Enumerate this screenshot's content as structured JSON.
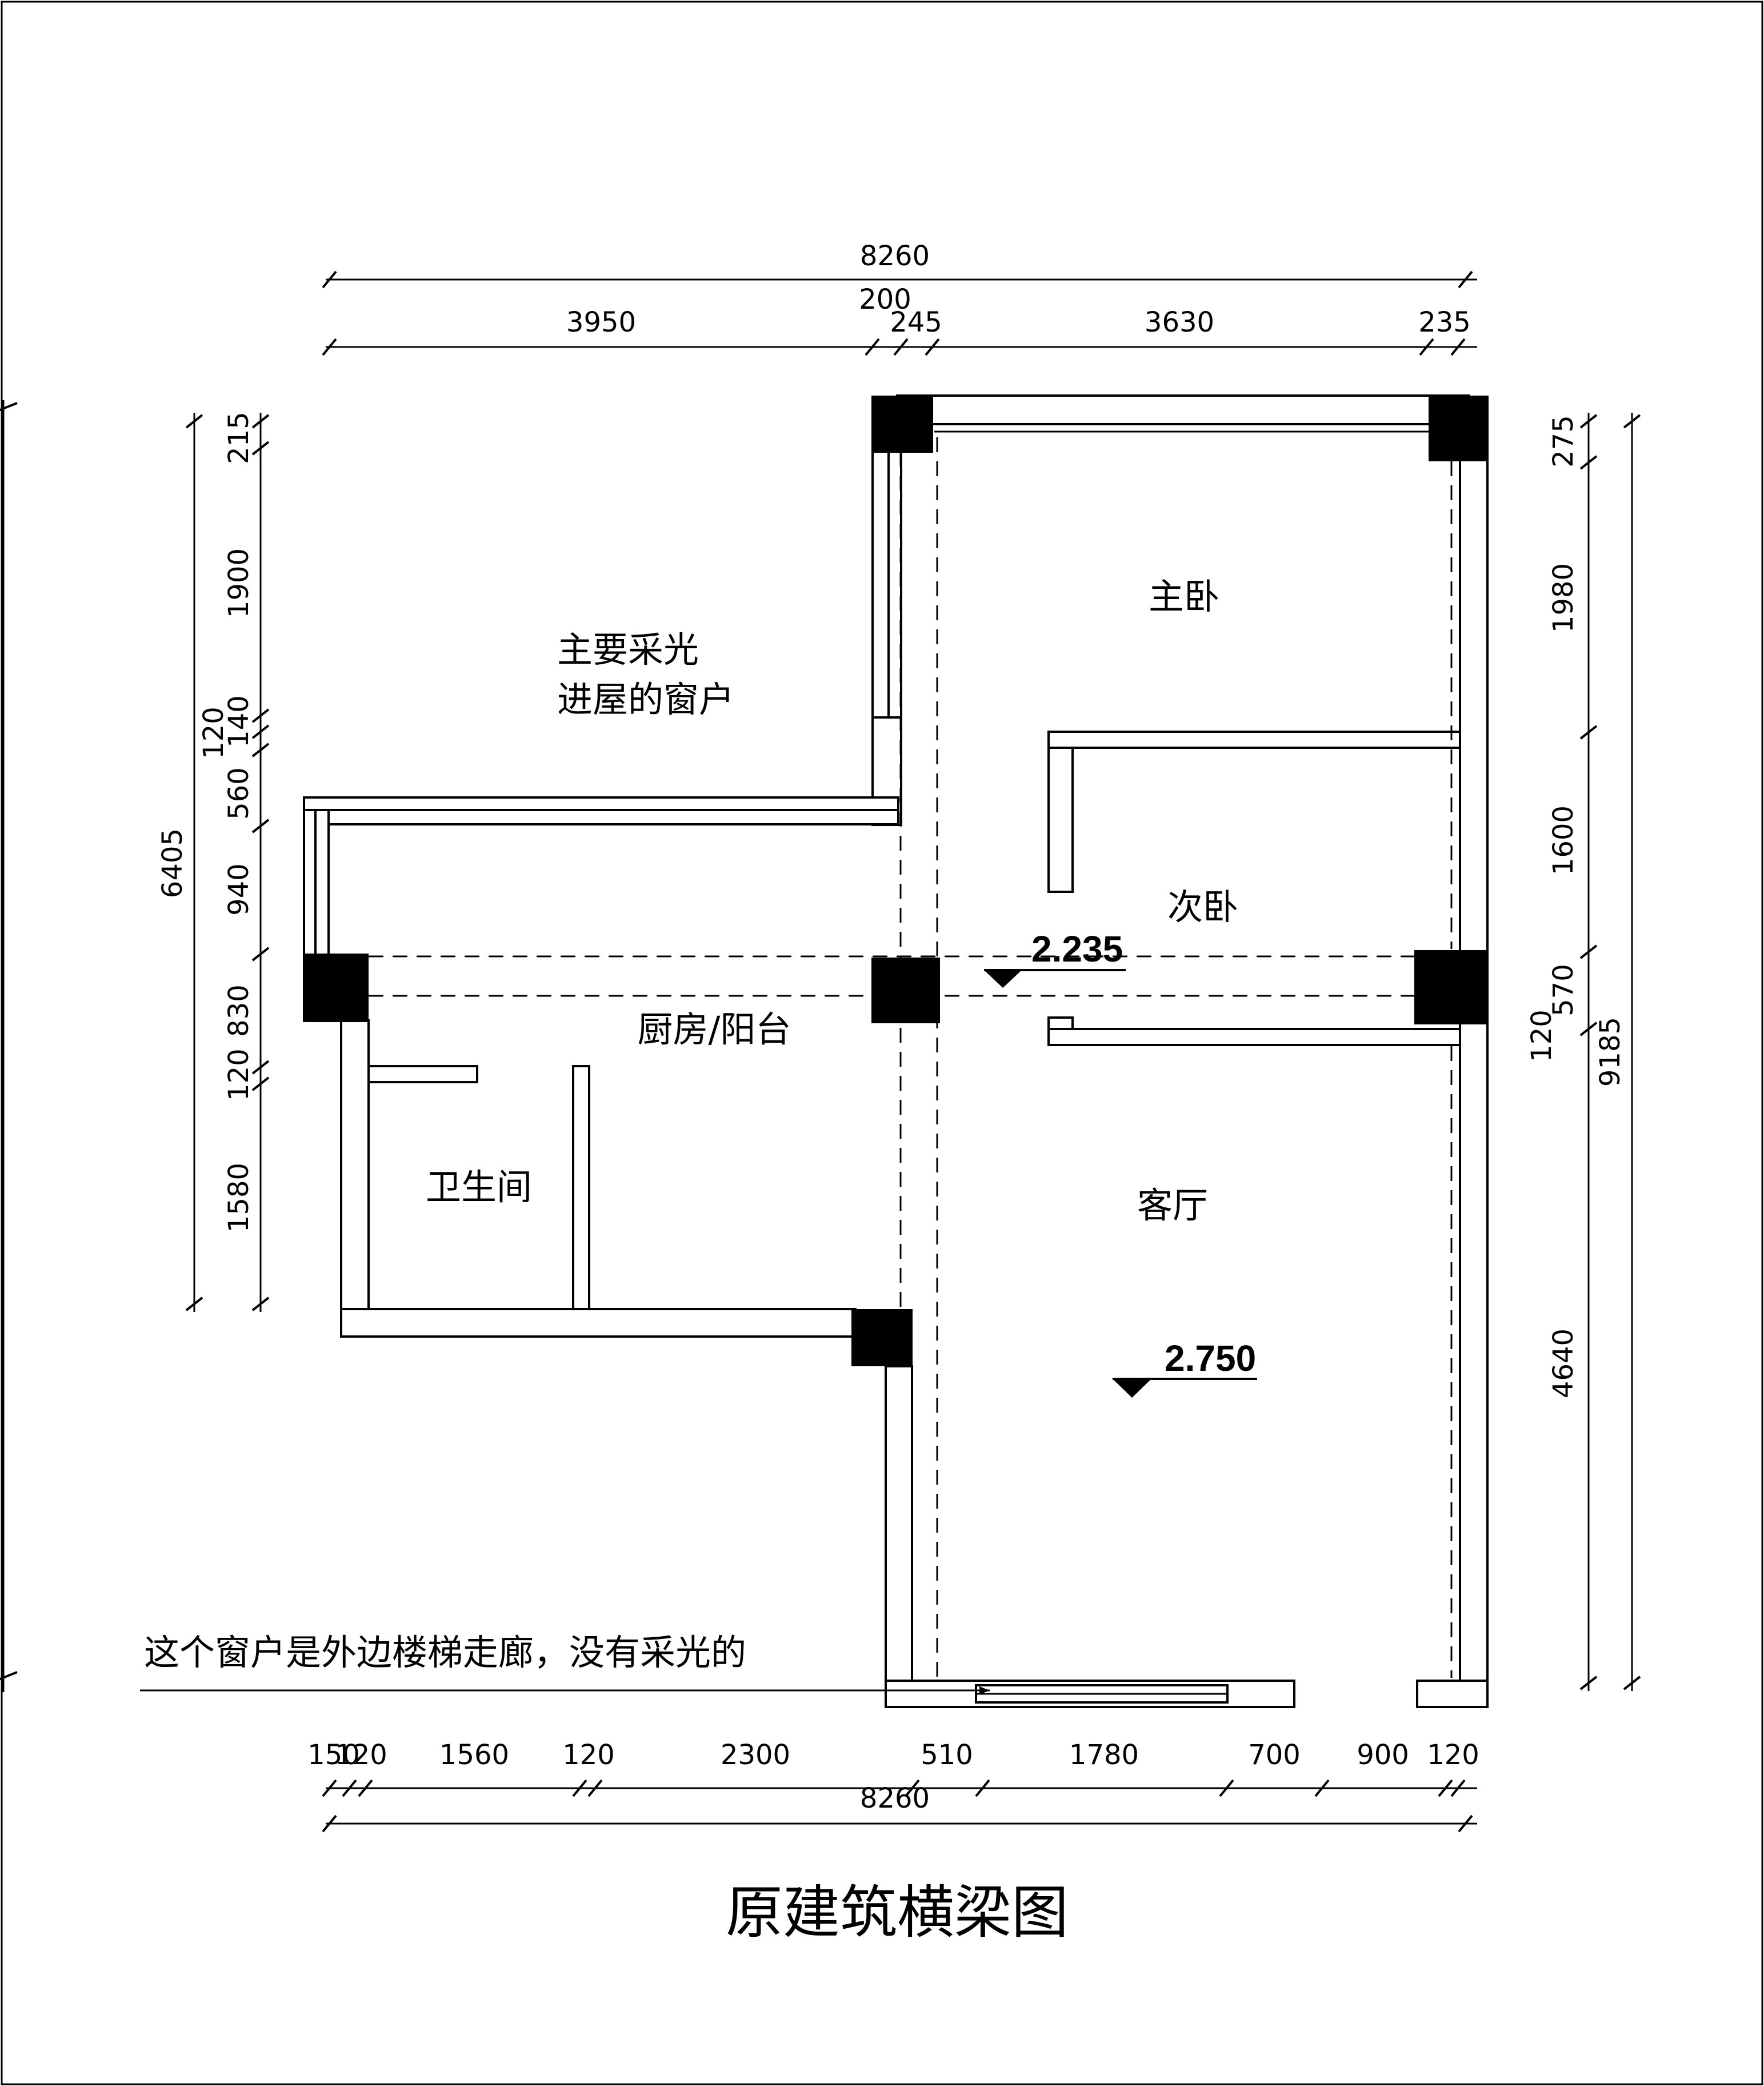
{
  "title": "原建筑横梁图",
  "rooms": {
    "master_bedroom": "主卧",
    "second_bedroom": "次卧",
    "kitchen_balcony": "厨房/阳台",
    "bathroom": "卫生间",
    "living_room": "客厅"
  },
  "notes": {
    "window_line1": "主要采光",
    "window_line2": "进屋的窗户",
    "stair_window": "这个窗户是外边楼梯走廊，没有采光的"
  },
  "levels": {
    "beam_a": "2.235",
    "beam_b": "2.750"
  },
  "dims": {
    "top_total": "8260",
    "top": [
      "3950",
      "200",
      "245",
      "3630",
      "235"
    ],
    "bottom_total": "8260",
    "bottom": [
      "150",
      "120",
      "1560",
      "120",
      "2300",
      "510",
      "1780",
      "700",
      "900",
      "120"
    ],
    "left_total": "6405",
    "left": [
      "215",
      "1900",
      "120",
      "140",
      "560",
      "940",
      "830",
      "120",
      "1580"
    ],
    "right_total": "9185",
    "right": [
      "275",
      "1980",
      "1600",
      "570",
      "120",
      "4640"
    ]
  }
}
